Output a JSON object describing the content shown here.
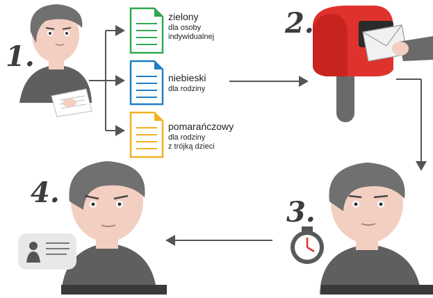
{
  "steps": [
    "1.",
    "2.",
    "3.",
    "4."
  ],
  "forms": [
    {
      "color_name": "zielony",
      "desc_line1": "dla osoby",
      "desc_line2": "indywidualnej",
      "color": "#2fa84f"
    },
    {
      "color_name": "niebieski",
      "desc_line1": "dla rodziny",
      "desc_line2": "",
      "color": "#1f7fc4"
    },
    {
      "color_name": "pomarańczowy",
      "desc_line1": "dla rodziny",
      "desc_line2": "z trójką dzieci",
      "color": "#f2b022"
    }
  ],
  "colors": {
    "skin": "#f3cfc2",
    "hair": "#707070",
    "shirt": "#5f5f5f",
    "mailbox": "#e0322c",
    "post": "#6a6a6a",
    "arrow": "#555555"
  },
  "icons": [
    "person-icon",
    "document-icon",
    "mailbox-icon",
    "envelope-icon",
    "stopwatch-icon",
    "id-card-icon"
  ]
}
